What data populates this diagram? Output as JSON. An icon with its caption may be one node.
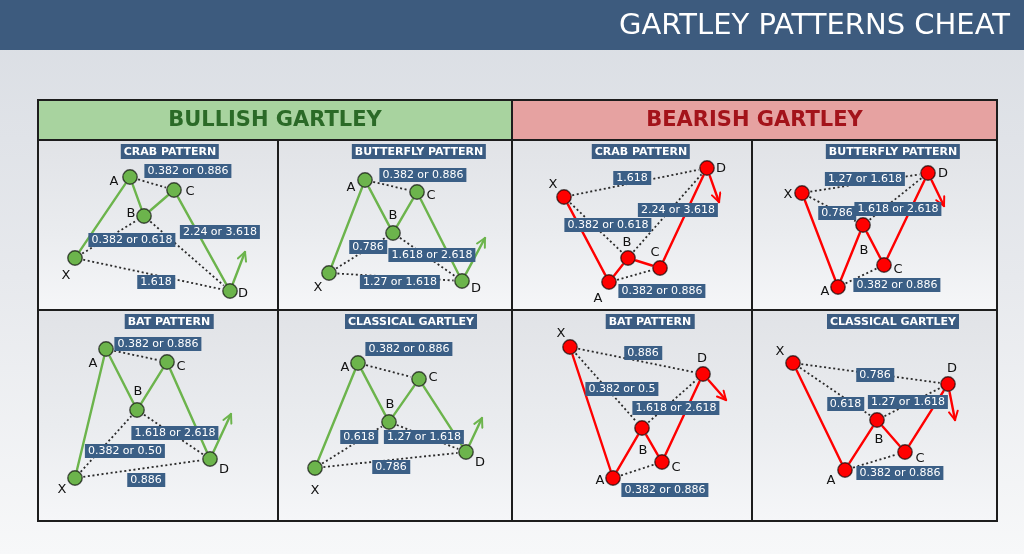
{
  "diagram": {
    "title": "GARTLEY PATTERNS CHEAT",
    "nodes": [
      {
        "text": [
          "BULLISH GARTLEY"
        ]
      },
      {
        "text": [
          "BEARISH GARTLEY"
        ]
      },
      {
        "text": [
          "CRAB PATTERN"
        ]
      },
      {
        "text": [],
        "shape": "circle",
        "in": 2,
        "beside": [
          "X"
        ]
      },
      {
        "text": [],
        "shape": "circle",
        "in": 2,
        "beside": [
          "A"
        ]
      },
      {
        "text": [],
        "shape": "circle",
        "in": 2,
        "beside": [
          "B"
        ]
      },
      {
        "text": [],
        "shape": "circle",
        "in": 2,
        "beside": [
          "C"
        ]
      },
      {
        "text": [],
        "shape": "circle",
        "in": 2,
        "beside": [
          "D"
        ]
      },
      {
        "text": [
          "BUTTERFLY PATTERN"
        ]
      },
      {
        "text": [],
        "shape": "circle",
        "in": 8,
        "beside": [
          "X"
        ]
      },
      {
        "text": [],
        "shape": "circle",
        "in": 8,
        "beside": [
          "A"
        ]
      },
      {
        "text": [],
        "shape": "circle",
        "in": 8,
        "beside": [
          "B"
        ]
      },
      {
        "text": [],
        "shape": "circle",
        "in": 8,
        "beside": [
          "C"
        ]
      },
      {
        "text": [],
        "shape": "circle",
        "in": 8,
        "beside": [
          "D"
        ]
      },
      {
        "text": [
          "CRAB PATTERN"
        ]
      },
      {
        "text": [],
        "shape": "circle",
        "in": 14,
        "beside": [
          "X"
        ]
      },
      {
        "text": [],
        "shape": "circle",
        "in": 14,
        "beside": [
          "A"
        ]
      },
      {
        "text": [],
        "shape": "circle",
        "in": 14,
        "beside": [
          "B"
        ]
      },
      {
        "text": [],
        "shape": "circle",
        "in": 14,
        "beside": [
          "C"
        ]
      },
      {
        "text": [],
        "shape": "circle",
        "in": 14,
        "beside": [
          "D"
        ]
      },
      {
        "text": [
          "BUTTERFLY PATTERN"
        ]
      },
      {
        "text": [],
        "shape": "circle",
        "in": 20,
        "beside": [
          "X"
        ]
      },
      {
        "text": [],
        "shape": "circle",
        "in": 20,
        "beside": [
          "A"
        ]
      },
      {
        "text": [],
        "shape": "circle",
        "in": 20,
        "beside": [
          "B"
        ]
      },
      {
        "text": [],
        "shape": "circle",
        "in": 20,
        "beside": [
          "C"
        ]
      },
      {
        "text": [],
        "shape": "circle",
        "in": 20,
        "beside": [
          "D"
        ]
      },
      {
        "text": [
          "BAT PATTERN"
        ]
      },
      {
        "text": [],
        "shape": "circle",
        "in": 26,
        "beside": [
          "X"
        ]
      },
      {
        "text": [],
        "shape": "circle",
        "in": 26,
        "beside": [
          "A"
        ]
      },
      {
        "text": [],
        "shape": "circle",
        "in": 26,
        "beside": [
          "B"
        ]
      },
      {
        "text": [],
        "shape": "circle",
        "in": 26,
        "beside": [
          "C"
        ]
      },
      {
        "text": [],
        "shape": "circle",
        "in": 26,
        "beside": [
          "D"
        ]
      },
      {
        "text": [
          "CLASSICAL GARTLEY"
        ]
      },
      {
        "text": [],
        "shape": "circle",
        "in": 32,
        "beside": [
          "X"
        ]
      },
      {
        "text": [],
        "shape": "circle",
        "in": 32,
        "beside": [
          "A"
        ]
      },
      {
        "text": [],
        "shape": "circle",
        "in": 32,
        "beside": [
          "B"
        ]
      },
      {
        "text": [],
        "shape": "circle",
        "in": 32,
        "beside": [
          "C"
        ]
      },
      {
        "text": [],
        "shape": "circle",
        "in": 32,
        "beside": [
          "D"
        ]
      },
      {
        "text": [
          "BAT PATTERN"
        ]
      },
      {
        "text": [],
        "shape": "circle",
        "in": 38,
        "beside": [
          "X"
        ]
      },
      {
        "text": [],
        "shape": "circle",
        "in": 38,
        "beside": [
          "A"
        ]
      },
      {
        "text": [],
        "shape": "circle",
        "in": 38,
        "beside": [
          "B"
        ]
      },
      {
        "text": [],
        "shape": "circle",
        "in": 38,
        "beside": [
          "C"
        ]
      },
      {
        "text": [],
        "shape": "circle",
        "in": 38,
        "beside": [
          "D"
        ]
      },
      {
        "text": [
          "CLASSICAL GARTLEY"
        ]
      },
      {
        "text": [],
        "shape": "circle",
        "in": 44,
        "beside": [
          "X"
        ]
      },
      {
        "text": [],
        "shape": "circle",
        "in": 44,
        "beside": [
          "A"
        ]
      },
      {
        "text": [],
        "shape": "circle",
        "in": 44,
        "beside": [
          "B"
        ]
      },
      {
        "text": [],
        "shape": "circle",
        "in": 44,
        "beside": [
          "C"
        ]
      },
      {
        "text": [],
        "shape": "circle",
        "in": 44,
        "beside": [
          "D"
        ]
      }
    ],
    "edges": [
      {
        "from": 3,
        "to": 4,
        "arrow": "none",
        "color": "#6cb44c"
      },
      {
        "from": 4,
        "to": 5,
        "arrow": "none",
        "color": "#6cb44c"
      },
      {
        "from": 5,
        "to": 6,
        "arrow": "none",
        "color": "#6cb44c"
      },
      {
        "from": 6,
        "to": 7,
        "arrow": "none",
        "color": "#6cb44c"
      },
      {
        "from": 7,
        "to": null,
        "arrow": "to",
        "color": "#6cb44c"
      },
      {
        "from": 3,
        "to": 5,
        "arrow": "none",
        "style": "dashed",
        "label": "0.382 or 0.618"
      },
      {
        "from": 4,
        "to": 6,
        "arrow": "none",
        "style": "dashed",
        "label": "0.382 or 0.886"
      },
      {
        "from": 5,
        "to": 7,
        "arrow": "none",
        "style": "dashed",
        "label": "2.24 or 3.618"
      },
      {
        "from": 3,
        "to": 7,
        "arrow": "none",
        "style": "dashed",
        "label": "1.618"
      },
      {
        "from": 9,
        "to": 10,
        "arrow": "none",
        "color": "#6cb44c"
      },
      {
        "from": 10,
        "to": 11,
        "arrow": "none",
        "color": "#6cb44c"
      },
      {
        "from": 11,
        "to": 12,
        "arrow": "none",
        "color": "#6cb44c"
      },
      {
        "from": 12,
        "to": 13,
        "arrow": "none",
        "color": "#6cb44c"
      },
      {
        "from": 13,
        "to": null,
        "arrow": "to",
        "color": "#6cb44c"
      },
      {
        "from": 9,
        "to": 11,
        "arrow": "none",
        "style": "dashed",
        "label": "0.786"
      },
      {
        "from": 10,
        "to": 12,
        "arrow": "none",
        "style": "dashed",
        "label": "0.382 or 0.886"
      },
      {
        "from": 11,
        "to": 13,
        "arrow": "none",
        "style": "dashed",
        "label": "1.618 or 2.618"
      },
      {
        "from": 9,
        "to": 13,
        "arrow": "none",
        "style": "dashed",
        "label": "1.27 or 1.618"
      },
      {
        "from": 15,
        "to": 16,
        "arrow": "none",
        "color": "#ff0000"
      },
      {
        "from": 16,
        "to": 17,
        "arrow": "none",
        "color": "#ff0000"
      },
      {
        "from": 17,
        "to": 18,
        "arrow": "none",
        "color": "#ff0000"
      },
      {
        "from": 18,
        "to": 19,
        "arrow": "none",
        "color": "#ff0000"
      },
      {
        "from": 19,
        "to": null,
        "arrow": "to",
        "color": "#ff0000"
      },
      {
        "from": 15,
        "to": 17,
        "arrow": "none",
        "style": "dashed",
        "label": "0.382 or 0.618"
      },
      {
        "from": 16,
        "to": 18,
        "arrow": "none",
        "style": "dashed",
        "label": "0.382 or 0.886"
      },
      {
        "from": 17,
        "to": 19,
        "arrow": "none",
        "style": "dashed",
        "label": "2.24 or 3.618"
      },
      {
        "from": 15,
        "to": 19,
        "arrow": "none",
        "style": "dashed",
        "label": "1.618"
      },
      {
        "from": 21,
        "to": 22,
        "arrow": "none",
        "color": "#ff0000"
      },
      {
        "from": 22,
        "to": 23,
        "arrow": "none",
        "color": "#ff0000"
      },
      {
        "from": 23,
        "to": 24,
        "arrow": "none",
        "color": "#ff0000"
      },
      {
        "from": 24,
        "to": 25,
        "arrow": "none",
        "color": "#ff0000"
      },
      {
        "from": 25,
        "to": null,
        "arrow": "to",
        "color": "#ff0000"
      },
      {
        "from": 21,
        "to": 23,
        "arrow": "none",
        "style": "dashed",
        "label": "0.786"
      },
      {
        "from": 22,
        "to": 24,
        "arrow": "none",
        "style": "dashed",
        "label": "0.382 or 0.886"
      },
      {
        "from": 23,
        "to": 25,
        "arrow": "none",
        "style": "dashed",
        "label": "1.618 or 2.618"
      },
      {
        "from": 21,
        "to": 25,
        "arrow": "none",
        "style": "dashed",
        "label": "1.27 or 1.618"
      },
      {
        "from": 27,
        "to": 28,
        "arrow": "none",
        "color": "#6cb44c"
      },
      {
        "from": 28,
        "to": 29,
        "arrow": "none",
        "color": "#6cb44c"
      },
      {
        "from": 29,
        "to": 30,
        "arrow": "none",
        "color": "#6cb44c"
      },
      {
        "from": 30,
        "to": 31,
        "arrow": "none",
        "color": "#6cb44c"
      },
      {
        "from": 31,
        "to": null,
        "arrow": "to",
        "color": "#6cb44c"
      },
      {
        "from": 27,
        "to": 29,
        "arrow": "none",
        "style": "dashed",
        "label": "0.382 or 0.50"
      },
      {
        "from": 28,
        "to": 30,
        "arrow": "none",
        "style": "dashed",
        "label": "0.382 or 0.886"
      },
      {
        "from": 29,
        "to": 31,
        "arrow": "none",
        "style": "dashed",
        "label": "1.618 or 2.618"
      },
      {
        "from": 27,
        "to": 31,
        "arrow": "none",
        "style": "dashed",
        "label": "0.886"
      },
      {
        "from": 33,
        "to": 34,
        "arrow": "none",
        "color": "#6cb44c"
      },
      {
        "from": 34,
        "to": 35,
        "arrow": "none",
        "color": "#6cb44c"
      },
      {
        "from": 35,
        "to": 36,
        "arrow": "none",
        "color": "#6cb44c"
      },
      {
        "from": 36,
        "to": 37,
        "arrow": "none",
        "color": "#6cb44c"
      },
      {
        "from": 37,
        "to": null,
        "arrow": "to",
        "color": "#6cb44c"
      },
      {
        "from": 33,
        "to": 35,
        "arrow": "none",
        "style": "dashed",
        "label": "0.618"
      },
      {
        "from": 34,
        "to": 36,
        "arrow": "none",
        "style": "dashed",
        "label": "0.382 or 0.886"
      },
      {
        "from": 35,
        "to": 37,
        "arrow": "none",
        "style": "dashed",
        "label": "1.27 or 1.618"
      },
      {
        "from": 33,
        "to": 37,
        "arrow": "none",
        "style": "dashed",
        "label": "0.786"
      },
      {
        "from": 39,
        "to": 40,
        "arrow": "none",
        "color": "#ff0000"
      },
      {
        "from": 40,
        "to": 41,
        "arrow": "none",
        "color": "#ff0000"
      },
      {
        "from": 41,
        "to": 42,
        "arrow": "none",
        "color": "#ff0000"
      },
      {
        "from": 42,
        "to": 43,
        "arrow": "none",
        "color": "#ff0000"
      },
      {
        "from": 43,
        "to": null,
        "arrow": "to",
        "color": "#ff0000"
      },
      {
        "from": 39,
        "to": 41,
        "arrow": "none",
        "style": "dashed",
        "label": "0.382 or 0.5"
      },
      {
        "from": 40,
        "to": 42,
        "arrow": "none",
        "style": "dashed",
        "label": "0.382 or 0.886"
      },
      {
        "from": 41,
        "to": 43,
        "arrow": "none",
        "style": "dashed",
        "label": "1.618 or 2.618"
      },
      {
        "from": 39,
        "to": 43,
        "arrow": "none",
        "style": "dashed",
        "label": "0.886"
      },
      {
        "from": 45,
        "to": 46,
        "arrow": "none",
        "color": "#ff0000"
      },
      {
        "from": 46,
        "to": 47,
        "arrow": "none",
        "color": "#ff0000"
      },
      {
        "from": 47,
        "to": 48,
        "arrow": "none",
        "color": "#ff0000"
      },
      {
        "from": 48,
        "to": 49,
        "arrow": "none",
        "color": "#ff0000"
      },
      {
        "from": 49,
        "to": null,
        "arrow": "to",
        "color": "#ff0000"
      },
      {
        "from": 45,
        "to": 47,
        "arrow": "none",
        "style": "dashed",
        "label": "0.618"
      },
      {
        "from": 46,
        "to": 48,
        "arrow": "none",
        "style": "dashed",
        "label": "0.382 or 0.886"
      },
      {
        "from": 47,
        "to": 49,
        "arrow": "none",
        "style": "dashed",
        "label": "1.27 or 1.618"
      },
      {
        "from": 45,
        "to": 49,
        "arrow": "none",
        "style": "dashed",
        "label": "0.786"
      }
    ]
  }
}
